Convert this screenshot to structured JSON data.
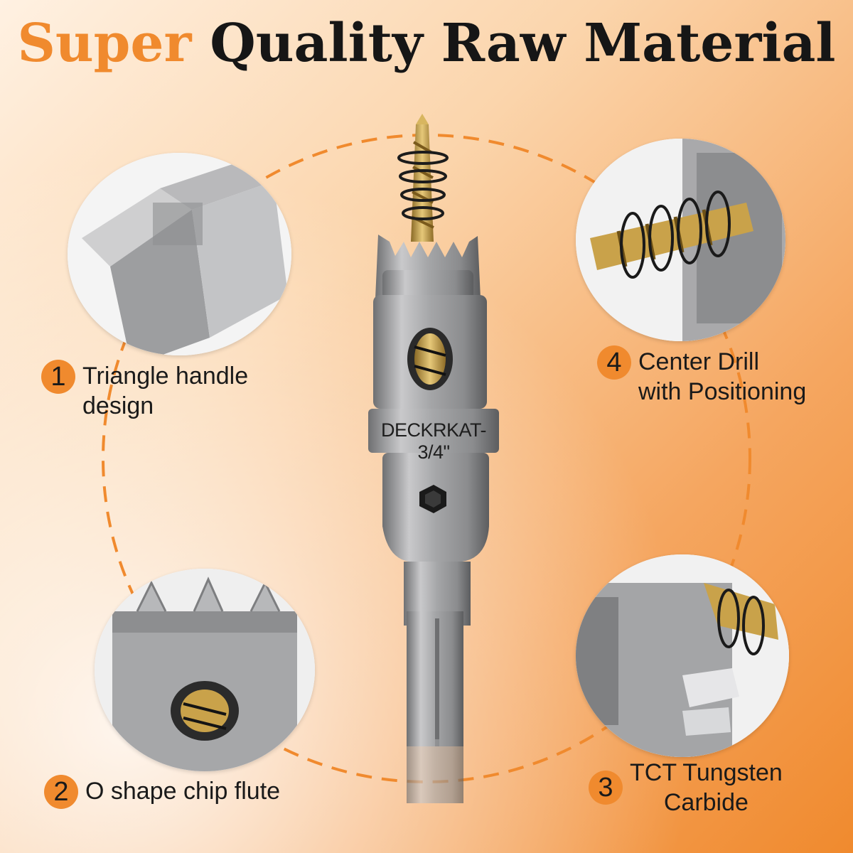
{
  "title": {
    "part1": "Super",
    "part2": "Quality Raw Material"
  },
  "product": {
    "engraving": "DECKRKAT-3/4\""
  },
  "features": [
    {
      "number": "1",
      "line1": "Triangle handle",
      "line2": "design"
    },
    {
      "number": "2",
      "line1": "O shape chip flute",
      "line2": ""
    },
    {
      "number": "3",
      "line1": "TCT Tungsten",
      "line2": "Carbide"
    },
    {
      "number": "4",
      "line1": "Center Drill",
      "line2": "with Positioning"
    }
  ],
  "colors": {
    "accent": "#f08a2e",
    "text": "#1a1a1a",
    "steel": "#a9a9ab",
    "gold": "#c9a24a"
  }
}
